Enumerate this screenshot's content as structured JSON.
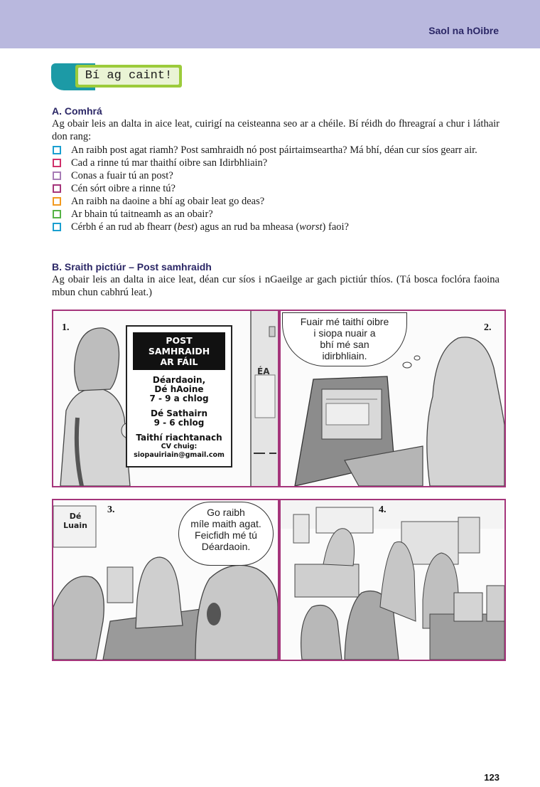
{
  "header": {
    "title": "Saol na hOibre"
  },
  "badge": {
    "label": "Bí ag caint!"
  },
  "section_a": {
    "title": "A. Comhrá",
    "intro": "Ag obair leis an dalta in aice leat, cuirigí na ceisteanna seo ar a chéile. Bí réidh do fhreagraí a chur i láthair don rang:",
    "questions": [
      {
        "text": "An raibh post agat riamh? Post samhraidh nó post páirtaimseartha? Má bhí, déan cur síos gearr air.",
        "color": "#1a9fd0"
      },
      {
        "text": "Cad a rinne tú mar thaithí oibre san Idirbhliain?",
        "color": "#d0306a"
      },
      {
        "text": "Conas a fuair tú an post?",
        "color": "#a77cb6"
      },
      {
        "text": "Cén sórt oibre a rinne tú?",
        "color": "#a5357b"
      },
      {
        "text": "An raibh na daoine a bhí ag obair leat go deas?",
        "color": "#f29a1f"
      },
      {
        "text": "Ar bhain tú taitneamh as an obair?",
        "color": "#56b346"
      },
      {
        "text_before": "Cérbh é an rud ab fhearr (",
        "best": "best",
        "text_middle": ") agus an rud ba mheasa (",
        "worst": "worst",
        "text_after": ") faoi?",
        "color": "#1a9fd0"
      }
    ]
  },
  "section_b": {
    "title": "B. Sraith pictiúr – Post samhraidh",
    "intro": "Ag obair leis an dalta in aice leat, déan cur síos i nGaeilge ar gach pictiúr thíos. (Tá bosca foclóra faoina mbun chun cabhrú leat.)"
  },
  "panels": {
    "p1": {
      "number": "1.",
      "poster_title_1": "POST SAMHRAIDH",
      "poster_title_2": "AR FÁIL",
      "line1": "Déardaoin,",
      "line2": "Dé hAoine",
      "line3": "7 - 9 a chlog",
      "line4": "Dé Sathairn",
      "line5": "9 - 6 chlog",
      "line6": "Taithí riachtanach",
      "line7": "CV chuig:",
      "line8": "siopauiriain@gmail.com",
      "door_sign": "ÉA"
    },
    "p2": {
      "number": "2.",
      "bubble_1": "Fuair mé taithí oibre",
      "bubble_2": "i siopa nuair a",
      "bubble_3": "bhí mé san",
      "bubble_4": "idirbhliain."
    },
    "p3": {
      "number": "3.",
      "calendar": "Dé Luain",
      "bubble_1": "Go raibh",
      "bubble_2": "míle maith agat.",
      "bubble_3": "Feicfidh mé tú",
      "bubble_4": "Déardaoin."
    },
    "p4": {
      "number": "4."
    }
  },
  "footer": {
    "page_number": "123"
  }
}
